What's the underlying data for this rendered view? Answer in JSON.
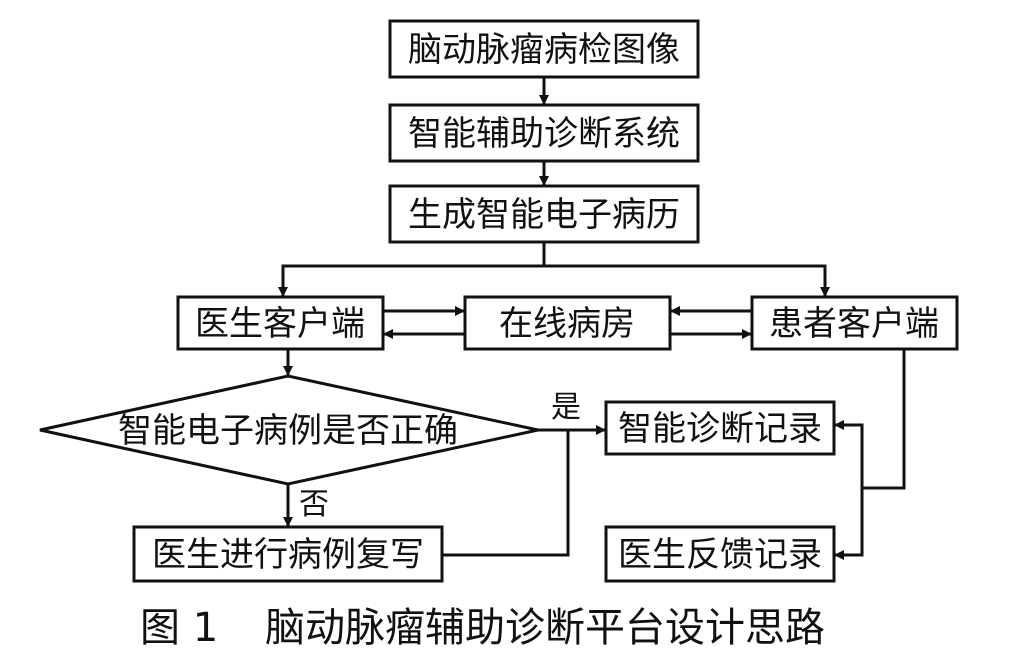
{
  "nodes": {
    "images": "脑动脉瘤病检图像",
    "system": "智能辅助诊断系统",
    "emr": "生成智能电子病历",
    "doctor_client": "医生客户端",
    "online_ward": "在线病房",
    "patient_client": "患者客户端",
    "decision": "智能电子病例是否正确",
    "diagnosis_record": "智能诊断记录",
    "rewrite": "医生进行病例复写",
    "feedback": "医生反馈记录"
  },
  "edges": {
    "yes": "是",
    "no": "否"
  },
  "caption": {
    "prefix": "图 1",
    "title": "脑动脉瘤辅助诊断平台设计思路"
  },
  "colors": {
    "stroke": "#111111",
    "background": "#ffffff"
  }
}
